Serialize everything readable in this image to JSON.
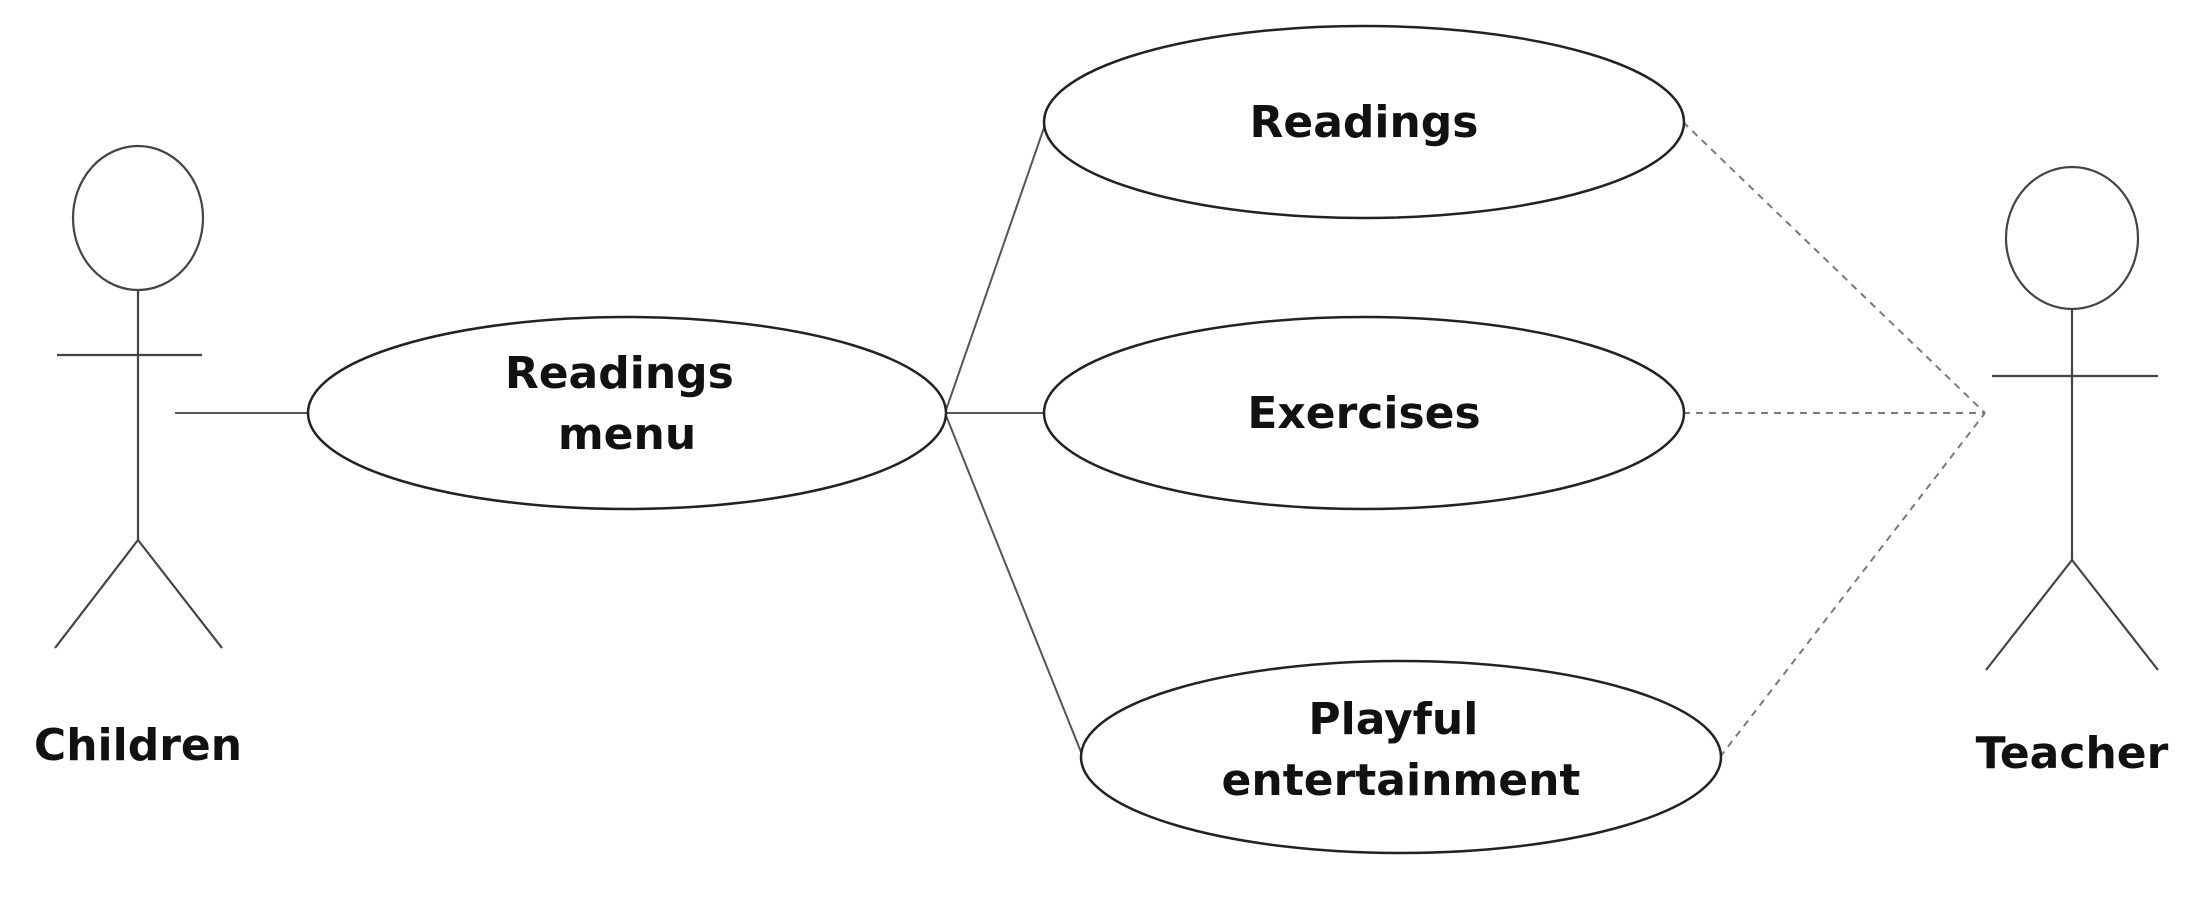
{
  "actors": {
    "children": {
      "label": "Children"
    },
    "teacher": {
      "label": "Teacher"
    }
  },
  "use_cases": {
    "readings_menu": {
      "lines": [
        "Readings",
        "menu"
      ]
    },
    "readings": {
      "lines": [
        "Readings"
      ]
    },
    "exercises": {
      "lines": [
        "Exercises"
      ]
    },
    "playful": {
      "lines": [
        "Playful",
        "entertainment"
      ]
    }
  }
}
